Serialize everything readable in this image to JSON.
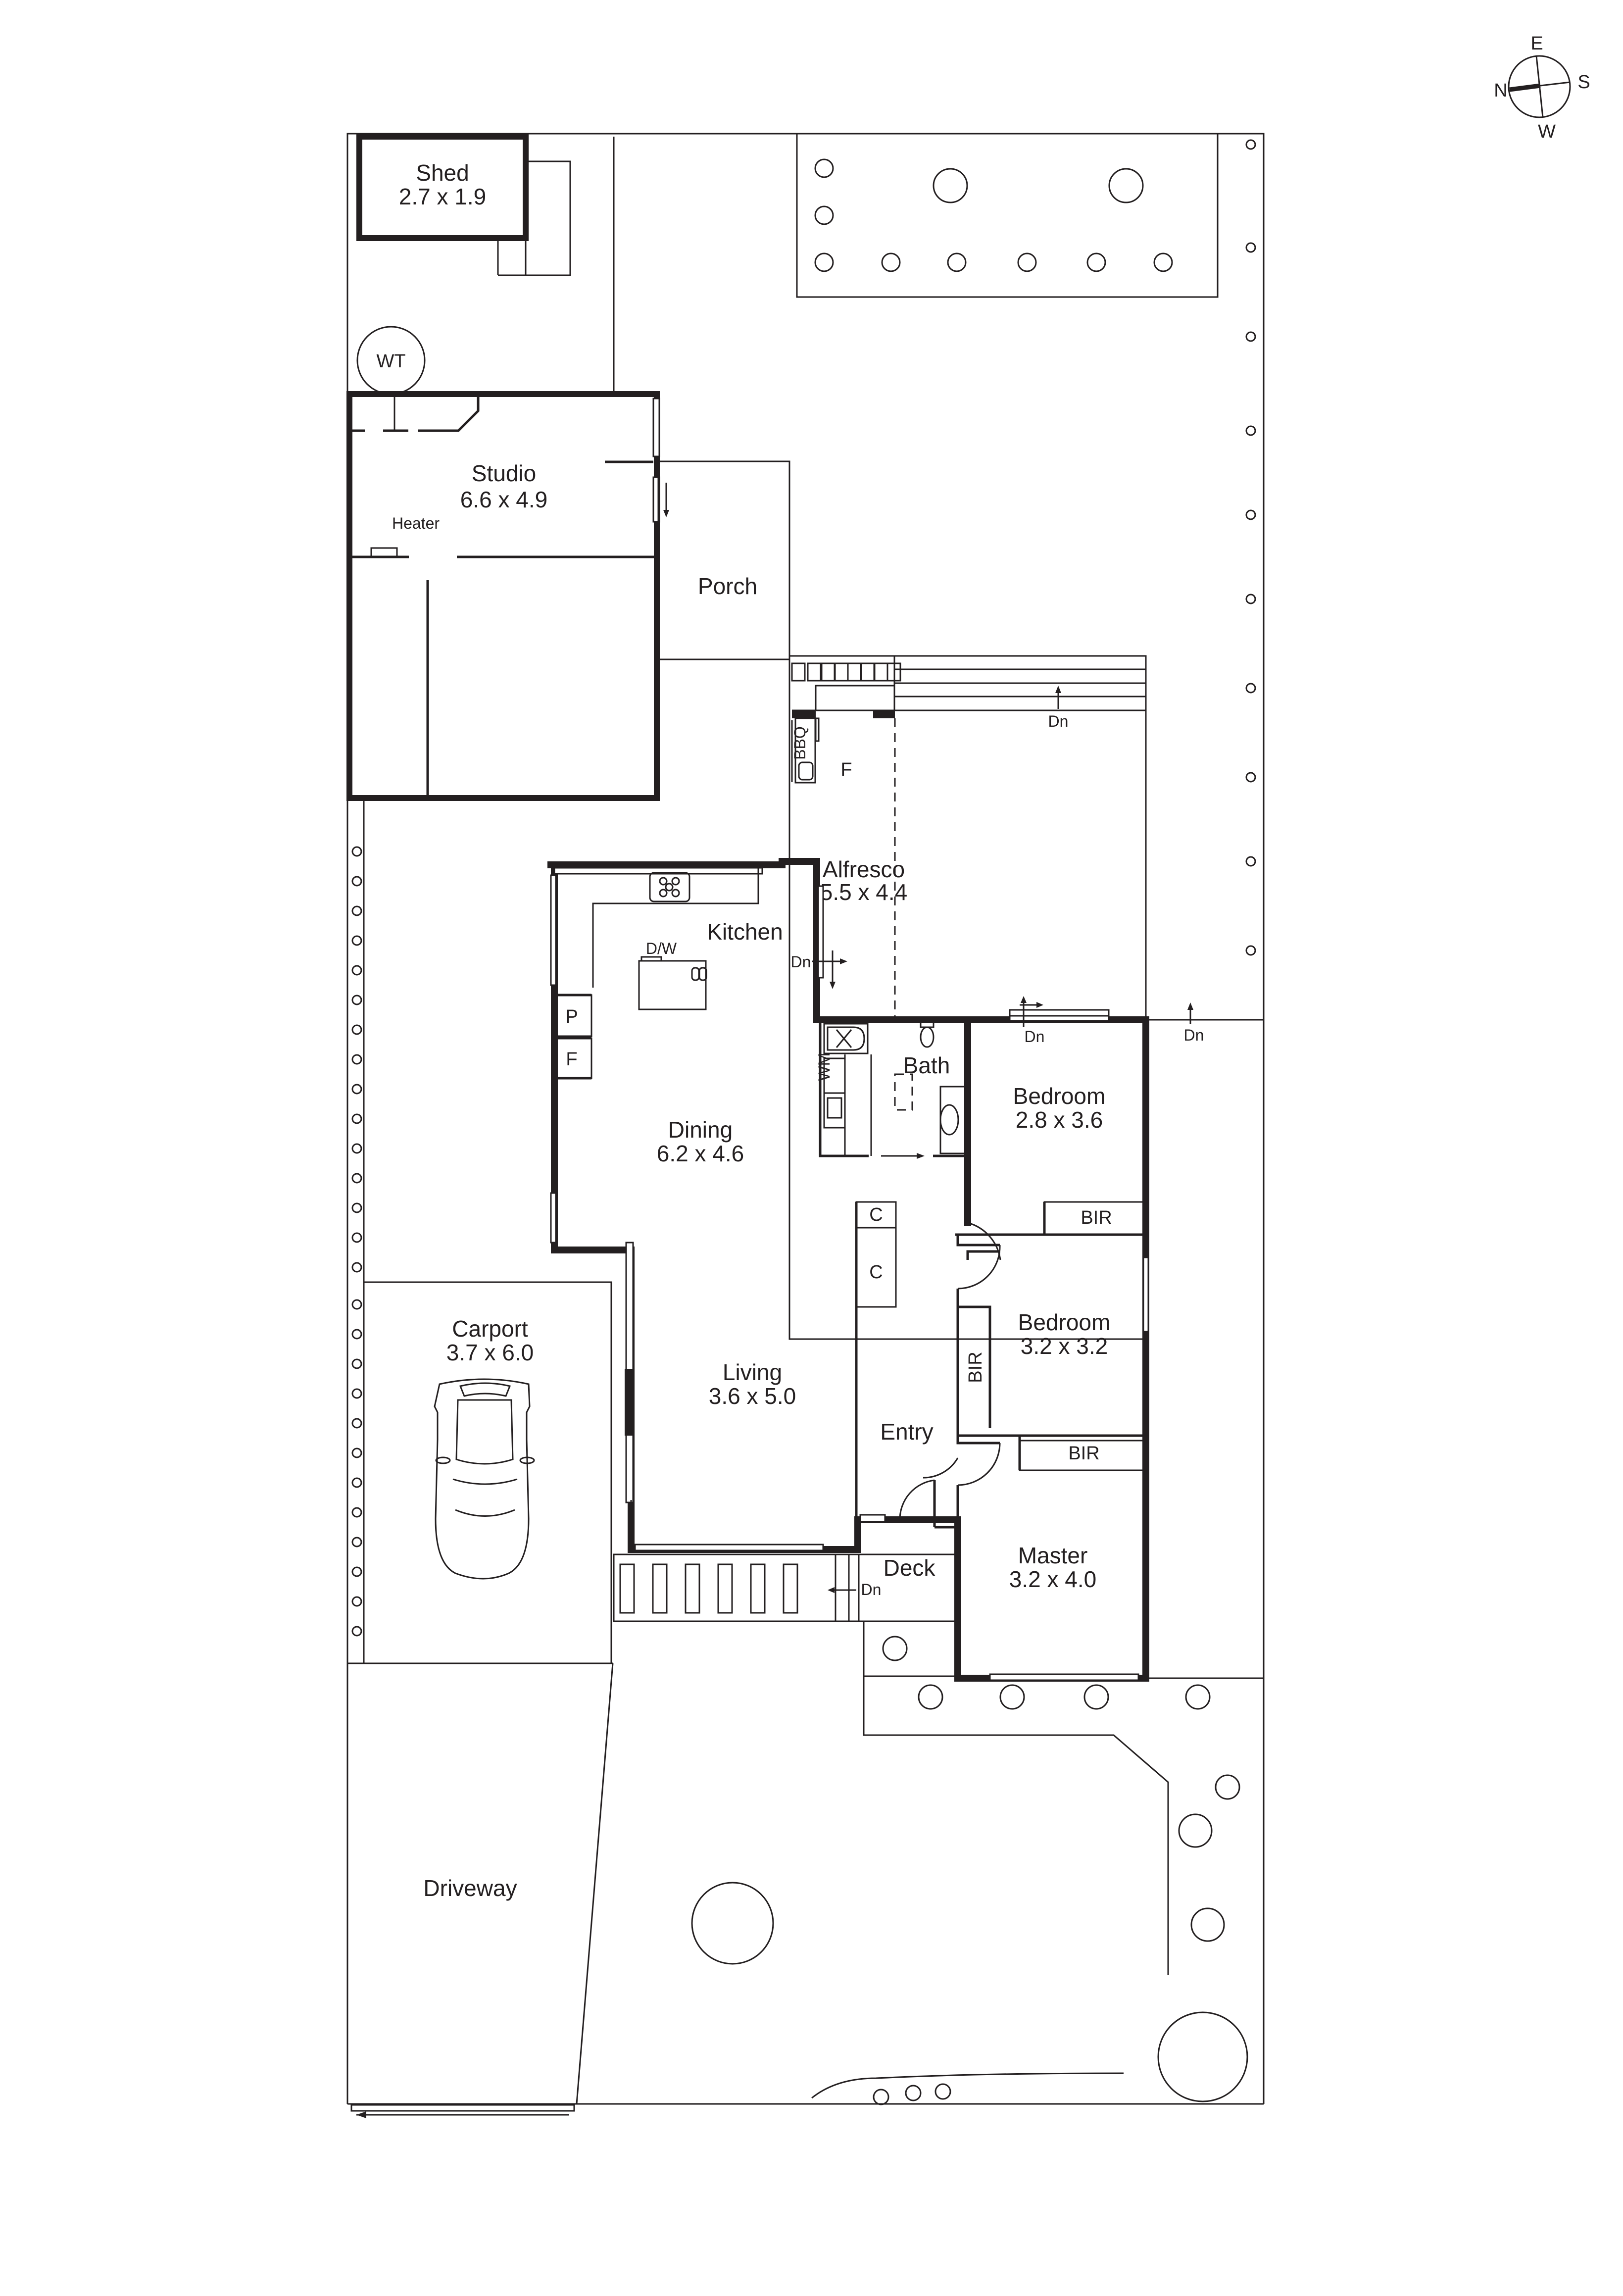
{
  "compass": {
    "n": "N",
    "e": "E",
    "s": "S",
    "w": "W"
  },
  "rooms": {
    "shed": {
      "name": "Shed",
      "dims": "2.7 x 1.9"
    },
    "water_tank": {
      "name": "WT"
    },
    "studio": {
      "name": "Studio",
      "dims": "6.6 x 4.9"
    },
    "heater": {
      "name": "Heater"
    },
    "porch": {
      "name": "Porch"
    },
    "alfresco": {
      "name": "Alfresco",
      "dims": "5.5 x 4.4"
    },
    "bbq": {
      "name": "BBQ"
    },
    "alfresco_fridge": {
      "name": "F"
    },
    "kitchen": {
      "name": "Kitchen"
    },
    "dishwasher": {
      "name": "D/W"
    },
    "pantry": {
      "name": "P"
    },
    "fridge": {
      "name": "F"
    },
    "dining": {
      "name": "Dining",
      "dims": "6.2 x 4.6"
    },
    "bath": {
      "name": "Bath"
    },
    "washing_machine": {
      "name": "WM"
    },
    "bedroom1": {
      "name": "Bedroom",
      "dims": "2.8 x 3.6"
    },
    "bir1": {
      "name": "BIR"
    },
    "bedroom2": {
      "name": "Bedroom",
      "dims": "3.2 x 3.2"
    },
    "bir2": {
      "name": "BIR"
    },
    "bir3": {
      "name": "BIR"
    },
    "cupboard1": {
      "name": "C"
    },
    "cupboard2": {
      "name": "C"
    },
    "living": {
      "name": "Living",
      "dims": "3.6 x 5.0"
    },
    "entry": {
      "name": "Entry"
    },
    "deck": {
      "name": "Deck"
    },
    "master": {
      "name": "Master",
      "dims": "3.2 x 4.0"
    },
    "carport": {
      "name": "Carport",
      "dims": "3.7 x 6.0"
    },
    "driveway": {
      "name": "Driveway"
    }
  },
  "stairs": {
    "alfresco_top": "Dn",
    "kitchen_door": "Dn",
    "bedroom_door": "Dn",
    "side_path": "Dn",
    "deck": "Dn"
  }
}
